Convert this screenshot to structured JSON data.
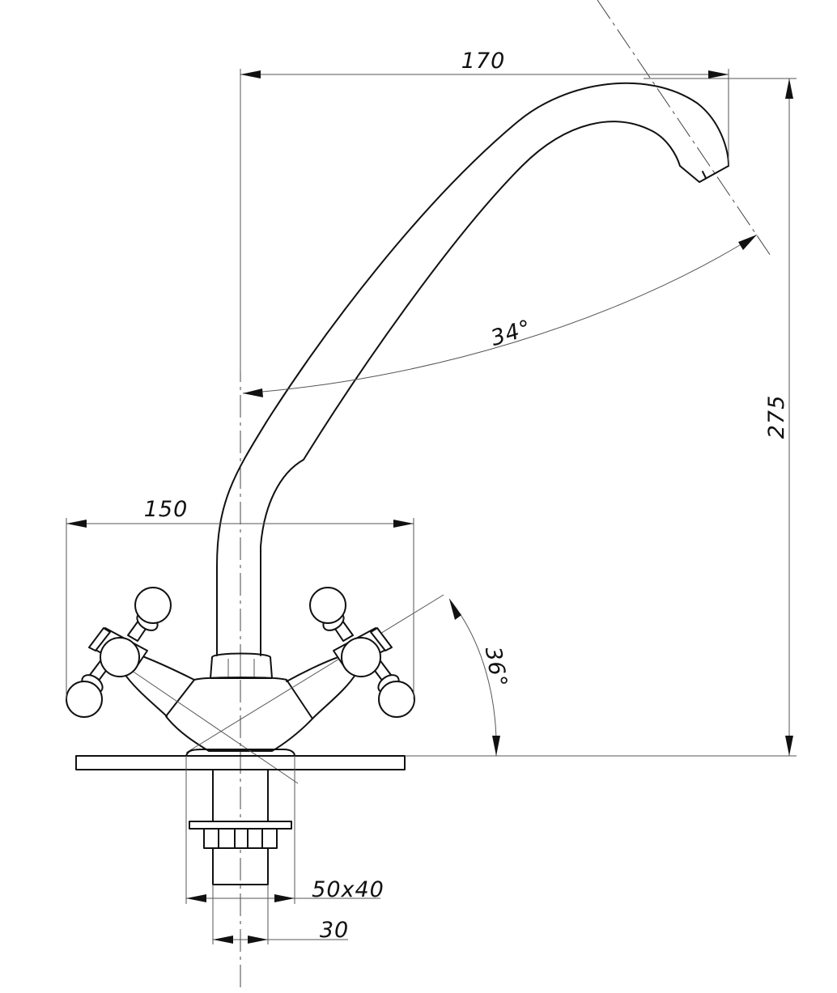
{
  "drawing": {
    "dimensions": {
      "spout_reach": "170",
      "total_height": "275",
      "handle_spread": "150",
      "spout_angle": "34°",
      "handle_angle": "36°",
      "base_size": "50x40",
      "shank_diameter": "30"
    }
  }
}
